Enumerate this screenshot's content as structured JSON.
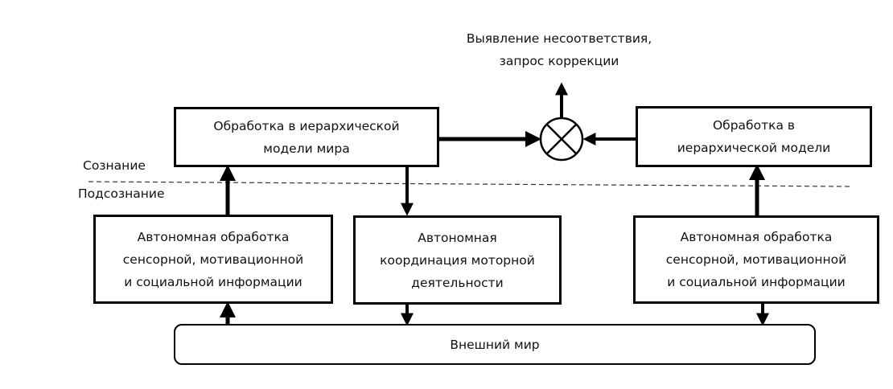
{
  "diagram": {
    "output_label": "Выявление несоответствия,\nзапрос коррекции",
    "levels": {
      "conscious": "Сознание",
      "subconscious": "Подсознание"
    },
    "boxes": {
      "world_model_left": "Обработка в иерархической\nмодели мира",
      "world_model_right": "Обработка в\nиерархической модели",
      "autonomous_left": "Автономная обработка\nсенсорной, мотивационной\nи социальной информации",
      "motor_coordination": "Автономная\nкоординация моторной\nдеятельности",
      "autonomous_right": "Автономная обработка\nсенсорной, мотивационной\nи социальной информации",
      "external_world": "Внешний мир"
    },
    "comparator": {
      "icon": "comparator-circle-x-icon"
    }
  }
}
